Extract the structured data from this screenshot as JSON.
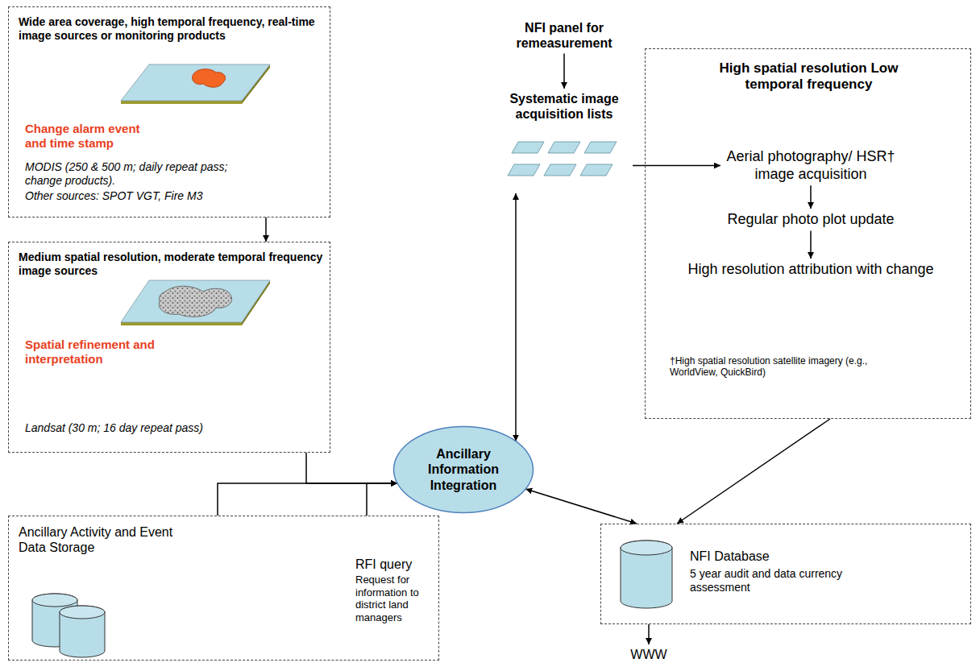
{
  "diagram": {
    "nodes": [
      {
        "text": [
          "Wide area coverage, high temporal frequency, real-time image sources or monitoring products",
          "Change alarm event and time stamp",
          "MODIS (250 & 500 m; daily repeat pass; change products).",
          "Other sources: SPOT VGT, Fire M3"
        ]
      },
      {
        "text": [
          "Medium spatial resolution, moderate temporal frequency image sources",
          "Spatial refinement and interpretation",
          "Landsat (30 m; 16 day repeat pass)"
        ]
      },
      {
        "text": [
          "Ancillary Activity and Event Data Storage",
          "RFI query",
          "Request for information to district land managers"
        ]
      },
      {
        "text": [
          "NFI panel for remeasurement"
        ]
      },
      {
        "text": [
          "Systematic image acquisition lists"
        ]
      },
      {
        "text": [
          "High spatial resolution Low temporal frequency",
          "†High spatial resolution satellite imagery (e.g., WorldView, QuickBird)"
        ]
      },
      {
        "text": [
          "Aerial photography/ HSR† image acquisition"
        ],
        "in": 5
      },
      {
        "text": [
          "Regular photo plot update"
        ],
        "in": 5
      },
      {
        "text": [
          "High resolution attribution with change"
        ],
        "in": 5
      },
      {
        "text": [
          "Ancillary Information Integration"
        ]
      },
      {
        "text": [
          "NFI Database",
          "5 year audit and data currency assessment"
        ]
      },
      {
        "text": [
          "WWW"
        ]
      }
    ],
    "edges": [
      {
        "from": 0,
        "to": 1,
        "arrow": "to"
      },
      {
        "from": 1,
        "to": 9,
        "arrow": "to"
      },
      {
        "from": 2,
        "to": 9,
        "arrow": "to"
      },
      {
        "from": 2,
        "to": 9,
        "arrow": "to"
      },
      {
        "from": 3,
        "to": 4,
        "arrow": "to"
      },
      {
        "from": 4,
        "to": 9,
        "arrow": "both"
      },
      {
        "from": 4,
        "to": 6,
        "arrow": "to"
      },
      {
        "from": 6,
        "to": 7,
        "arrow": "to"
      },
      {
        "from": 7,
        "to": 8,
        "arrow": "to"
      },
      {
        "from": 5,
        "to": 10,
        "arrow": "to"
      },
      {
        "from": 9,
        "to": 10,
        "arrow": "both"
      },
      {
        "from": 10,
        "to": 11,
        "arrow": "to"
      }
    ]
  }
}
